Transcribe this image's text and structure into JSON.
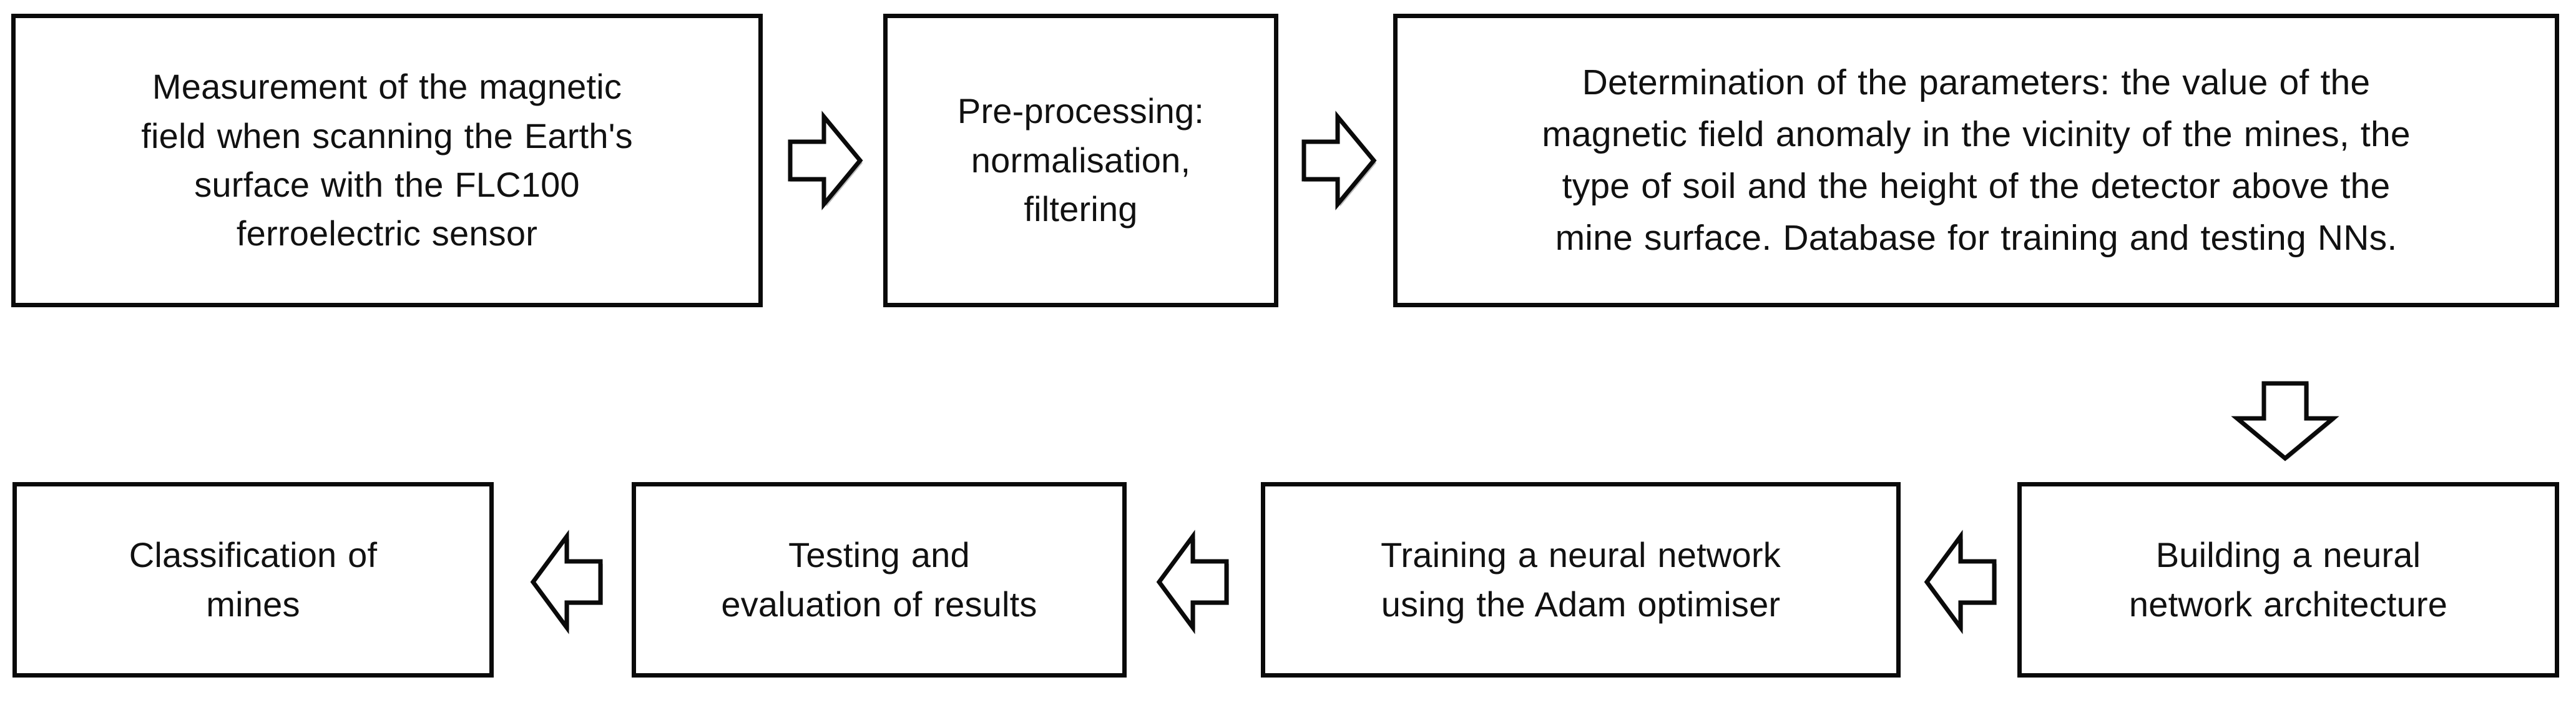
{
  "diagram": {
    "title": "Mine detection neural network workflow flowchart",
    "background_color": "#ffffff",
    "stroke_color": "#0a0a0a",
    "shadow_color": "#b9b9b9",
    "nodes": [
      {
        "id": "measurement",
        "label": "Measurement  of the magnetic\nfield when scanning the Earth's\nsurface with the FLC100\nferroelectric  sensor"
      },
      {
        "id": "preprocessing",
        "label": "Pre-processing:\nnormalisation,\nfiltering"
      },
      {
        "id": "determination",
        "label": "Determination  of the parameters: the value of the\nmagnetic field anomaly in the vicinity of the mines,  the\ntype of soil and the height of the detector  above the\nmine surface. Database for training and testing  NNs."
      },
      {
        "id": "building",
        "label": "Building a neural\nnetwork architecture"
      },
      {
        "id": "training",
        "label": "Training a neural network\nusing the Adam optimiser"
      },
      {
        "id": "testing",
        "label": "Testing and\nevaluation of results"
      },
      {
        "id": "classification",
        "label": "Classification  of\nmines"
      }
    ],
    "connectors": [
      {
        "id": "measurement-to-preprocessing",
        "direction": "right"
      },
      {
        "id": "preprocessing-to-determination",
        "direction": "right"
      },
      {
        "id": "determination-to-building",
        "direction": "down"
      },
      {
        "id": "building-to-training",
        "direction": "left"
      },
      {
        "id": "training-to-testing",
        "direction": "left"
      },
      {
        "id": "testing-to-classification",
        "direction": "left"
      }
    ]
  }
}
